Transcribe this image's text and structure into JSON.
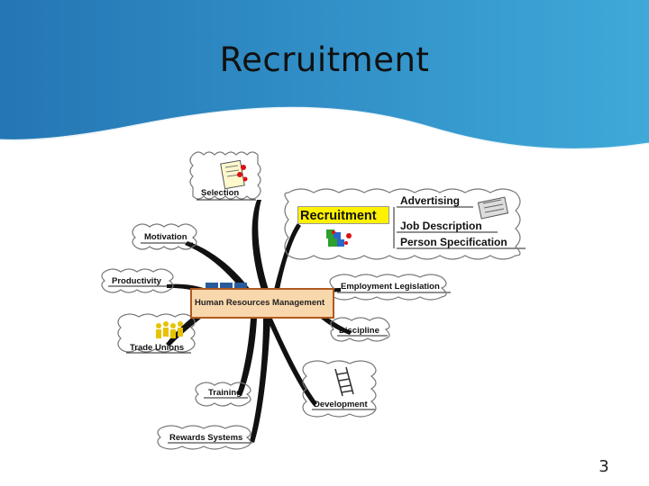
{
  "slide": {
    "title": "Recruitment",
    "page_number": "3"
  },
  "colors": {
    "header_blue_dark": "#2477b5",
    "header_blue_light": "#45aedc",
    "center_fill": "#f8d7ac",
    "center_border": "#b05a20",
    "highlight": "#fff200"
  },
  "mindmap": {
    "center": "Human Resources Management",
    "nodes": {
      "selection": "Selection",
      "motivation": "Motivation",
      "productivity": "Productivity",
      "trade_unions": "Trade Unions",
      "training": "Training",
      "rewards_systems": "Rewards Systems",
      "recruitment": "Recruitment",
      "employment_legislation": "Employment Legislation",
      "discipline": "Discipline",
      "development": "Development"
    },
    "recruitment_children": {
      "advertising": "Advertising",
      "job_description": "Job Description",
      "person_specification": "Person Specification"
    }
  }
}
